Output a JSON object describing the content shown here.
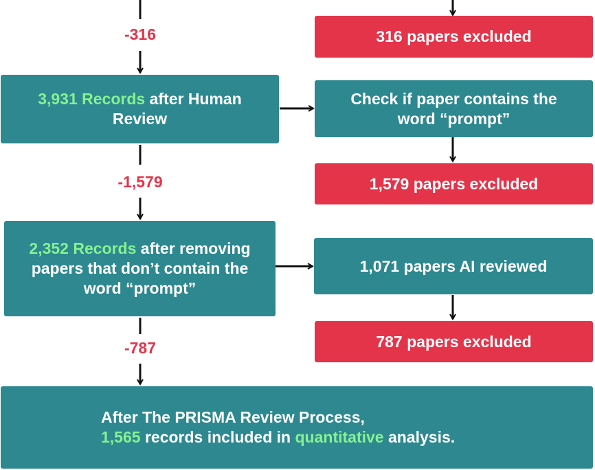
{
  "colors": {
    "teal": "#2e8890",
    "red": "#e3344a",
    "highlight": "#86f28f",
    "arrow": "#111111"
  },
  "deltas": {
    "d1": "-316",
    "d2": "-1,579",
    "d3": "-787"
  },
  "excluded": {
    "e1": "316 papers excluded",
    "e2": "1,579 papers excluded",
    "e3": "787 papers excluded"
  },
  "steps": {
    "s1": {
      "count": "3,931 Records",
      "rest": " after Human Review"
    },
    "check": "Check if paper contains the word “prompt”",
    "s2": {
      "count": "2,352 Records",
      "rest": " after removing papers that don’t contain the word “prompt”"
    },
    "ai": "1,071 papers AI reviewed"
  },
  "final": {
    "line1": "After The PRISMA Review Process,",
    "count": "1,565",
    "mid": " records included in ",
    "word": "quantitative",
    "end": " analysis."
  }
}
